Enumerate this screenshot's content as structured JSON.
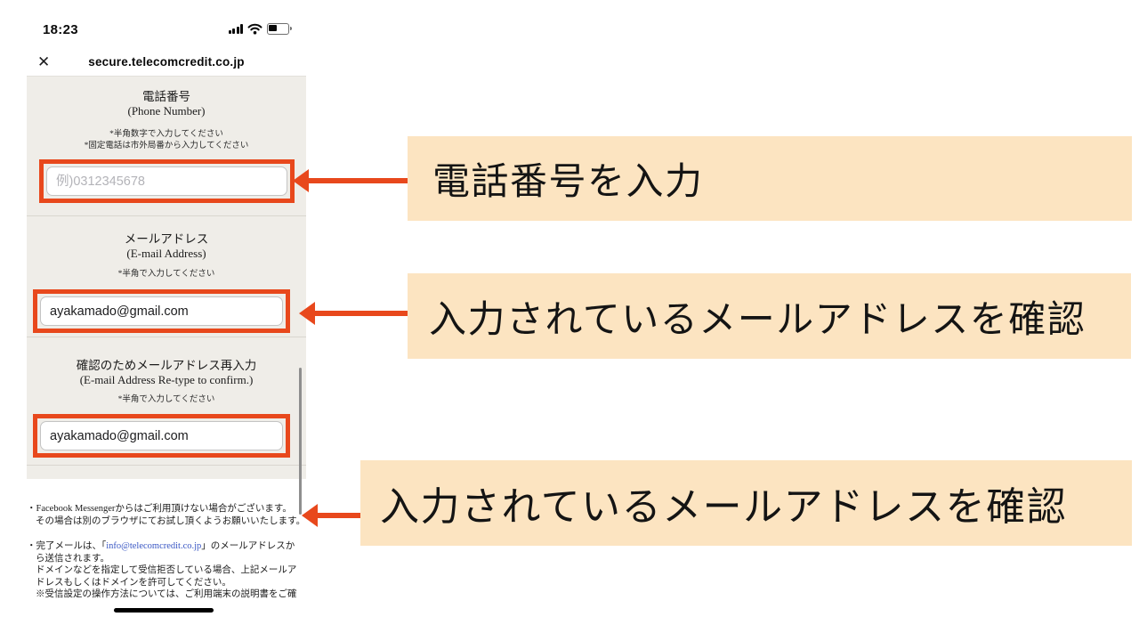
{
  "phone": {
    "status_bar": {
      "time": "18:23"
    },
    "browser_bar": {
      "close_glyph": "✕",
      "url": "secure.telecomcredit.co.jp"
    },
    "form": {
      "sections": [
        {
          "title_ja": "電話番号",
          "title_en": "(Phone Number)",
          "notes": [
            "*半角数字で入力してください",
            "*固定電話は市外局番から入力してください"
          ],
          "value": "",
          "placeholder": "例)0312345678"
        },
        {
          "title_ja": "メールアドレス",
          "title_en": "(E-mail Address)",
          "notes": [
            "*半角で入力してください"
          ],
          "value": "ayakamado@gmail.com",
          "placeholder": ""
        },
        {
          "title_ja": "確認のためメールアドレス再入力",
          "title_en": "(E-mail Address Re-type to confirm.)",
          "notes": [
            "*半角で入力してください"
          ],
          "value": "ayakamado@gmail.com",
          "placeholder": ""
        }
      ]
    },
    "footer_notes": {
      "l1": "・Facebook Messengerからはご利用頂けない場合がございます。",
      "l2": "その場合は別のブラウザにてお試し頂くようお願いいたします。",
      "l3_pre": "・完了メールは、「",
      "l3_link": "info@telecomcredit.co.jp",
      "l3_post": "」のメールアドレスか",
      "l4": "ら送信されます。",
      "l5": "ドメインなどを指定して受信拒否している場合、上記メールア",
      "l6": "ドレスもしくはドメインを許可してください。",
      "l7": "※受信設定の操作方法については、ご利用端末の説明書をご確"
    }
  },
  "annotations": {
    "callout1": "電話番号を入力",
    "callout2": "入力されているメールアドレスを確認",
    "callout3": "入力されているメールアドレスを確認",
    "colors": {
      "highlight": "#e8481c",
      "callout_bg": "#fce4c1"
    }
  }
}
